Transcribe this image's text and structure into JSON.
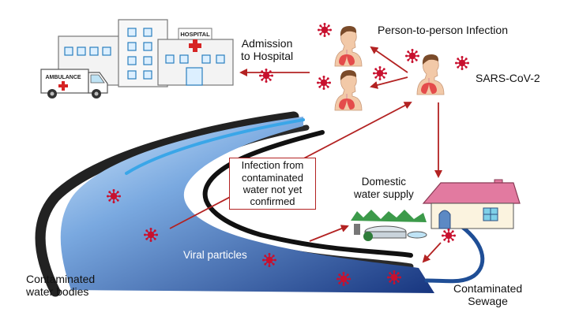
{
  "labels": {
    "admission": "Admission\nto Hospital",
    "person_to_person": "Person-to-person Infection",
    "sars": "SARS-CoV-2",
    "infection_box": "Infection from\ncontaminated\nwater not yet\nconfirmed",
    "domestic": "Domestic\nwater supply",
    "viral": "Viral particles",
    "water_bodies": "Contaminated\nwater bodies",
    "sewage": "Contaminated\nSewage"
  },
  "signs": {
    "hospital": "HOSPITAL",
    "ambulance": "AMBULANCE"
  },
  "colors": {
    "arrow": "#b32222",
    "virus": "#c8102e",
    "water_deep": "#1e3f8c",
    "water_light": "#9dc8ef",
    "bank": "#222222",
    "sewage_pipe": "#1f4e96",
    "roof": "#e27aa0"
  },
  "icons": [
    "hospital-icon",
    "ambulance-icon",
    "lungs-icon",
    "virus-icon",
    "house-icon",
    "treatment-plant-icon"
  ]
}
